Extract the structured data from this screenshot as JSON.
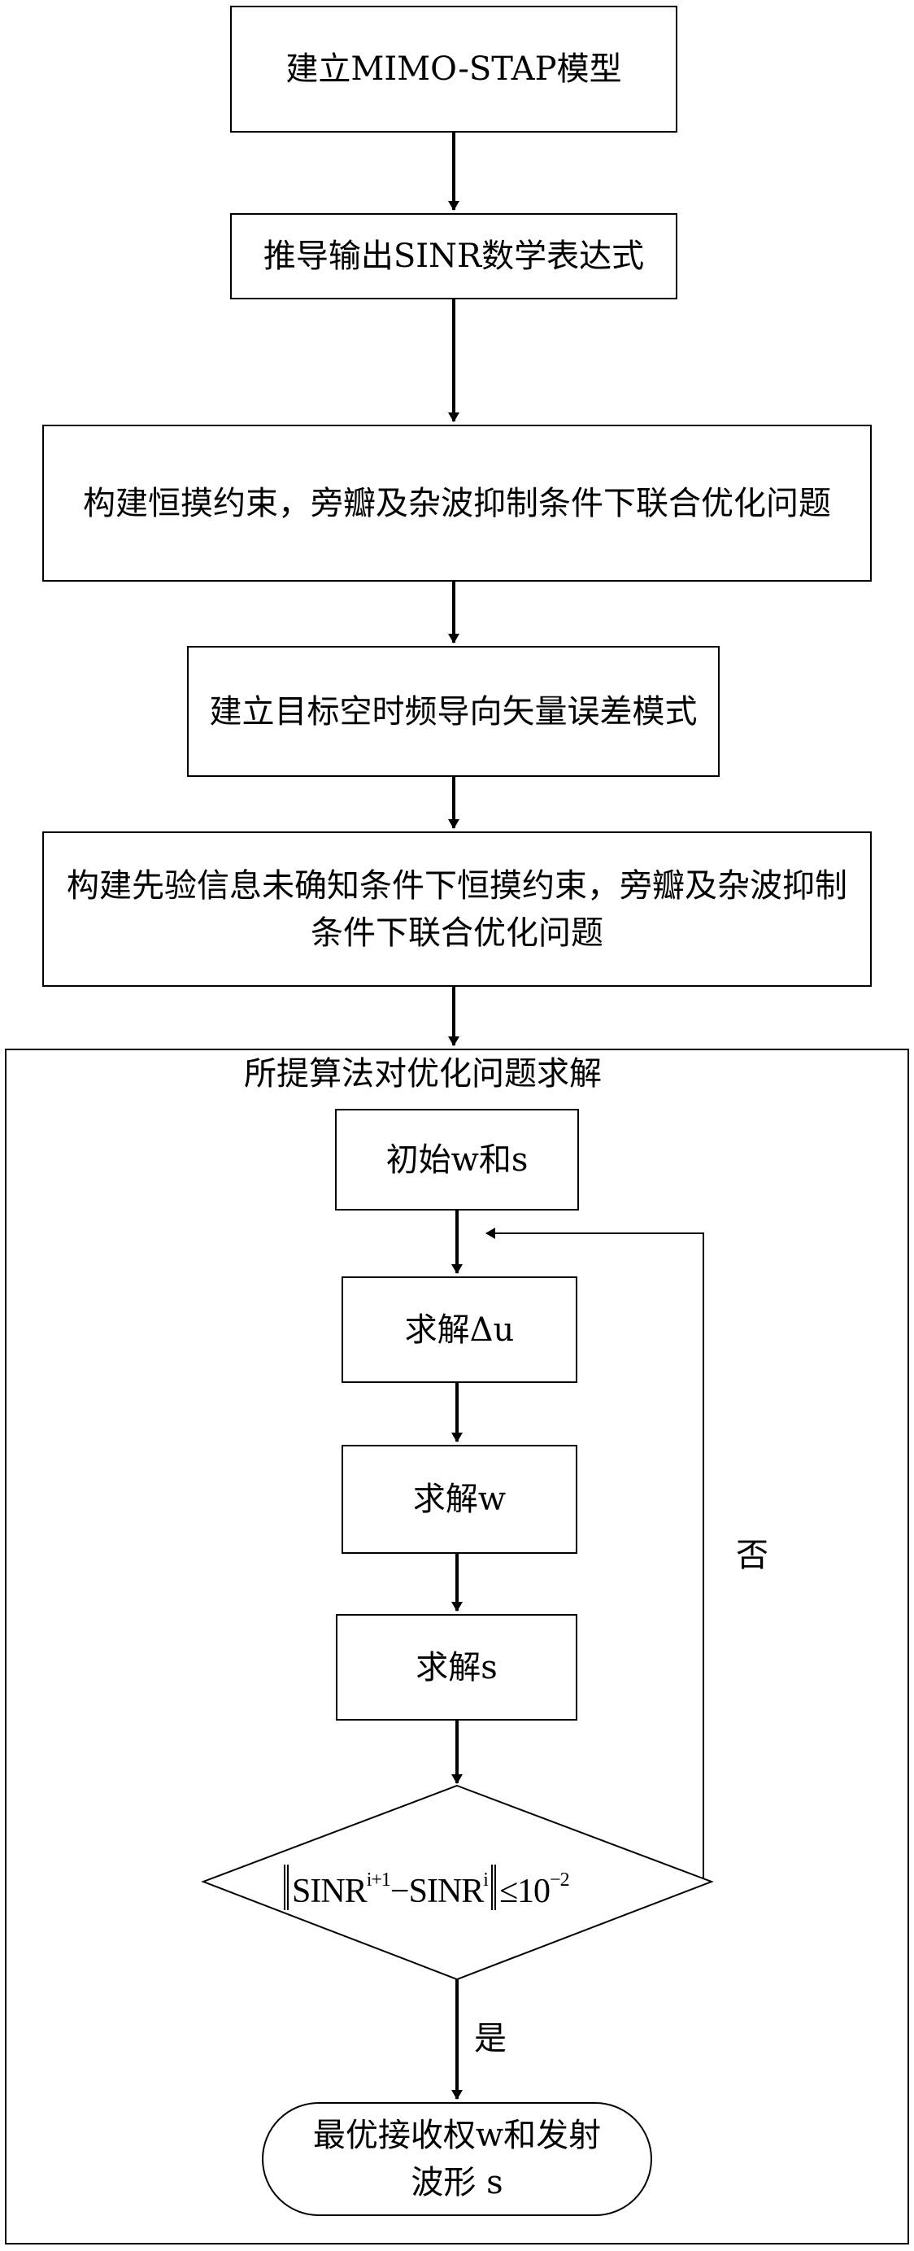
{
  "steps": {
    "s1": "建立MIMO-STAP模型",
    "s2": "推导输出SINR数学表达式",
    "s3": "构建恒摸约束，旁瓣及杂波抑制条件下联合优化问题",
    "s4": "建立目标空时频导向矢量误差模式",
    "s5": "构建先验信息未确知条件下恒摸约束，旁瓣及杂波抑制条件下联合优化问题"
  },
  "loop": {
    "title": "所提算法对优化问题求解",
    "init": "初始w和s",
    "solve_du": "求解Δu",
    "solve_w": "求解w",
    "solve_s": "求解s",
    "condition": {
      "sinr_a": "SINR",
      "sup_a": "i+1",
      "minus": "−",
      "sinr_b": "SINR",
      "sup_b": "i",
      "leq": "≤10",
      "sup_c": "−2"
    },
    "no_label": "否",
    "yes_label": "是"
  },
  "end": "最优接收权w和发射波形 s"
}
